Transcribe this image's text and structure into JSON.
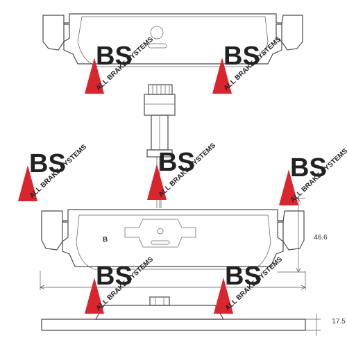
{
  "drawing": {
    "label_b": "B",
    "dimensions": {
      "height": "46.6",
      "thickness": "17.5"
    }
  },
  "watermark": {
    "brand_letters": "BS",
    "brand_text": "ALL BRAKE SYSTEMS",
    "accent_color": "#d9262e",
    "ink_color": "#222222"
  }
}
